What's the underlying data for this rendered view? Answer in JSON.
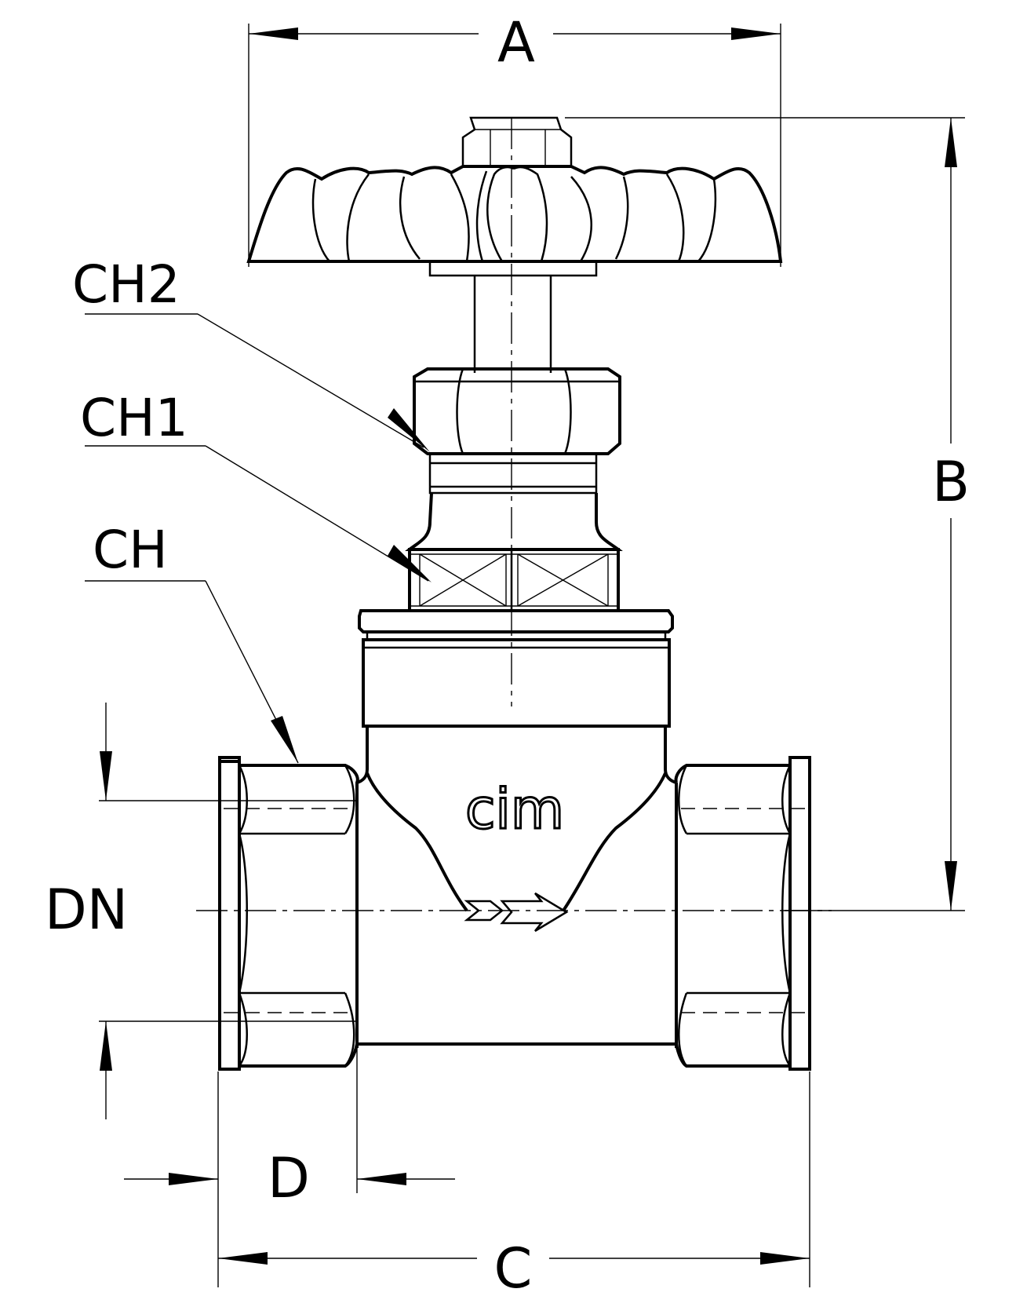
{
  "drawing": {
    "colors": {
      "stroke": "#000000",
      "background": "#ffffff"
    },
    "dimensions": {
      "A": "A",
      "B": "B",
      "C": "C",
      "D": "D",
      "DN": "DN",
      "CH": "CH",
      "CH1": "CH1",
      "CH2": "CH2"
    },
    "logo": "cim",
    "flow_arrow_icon": "flow-direction-arrow"
  }
}
